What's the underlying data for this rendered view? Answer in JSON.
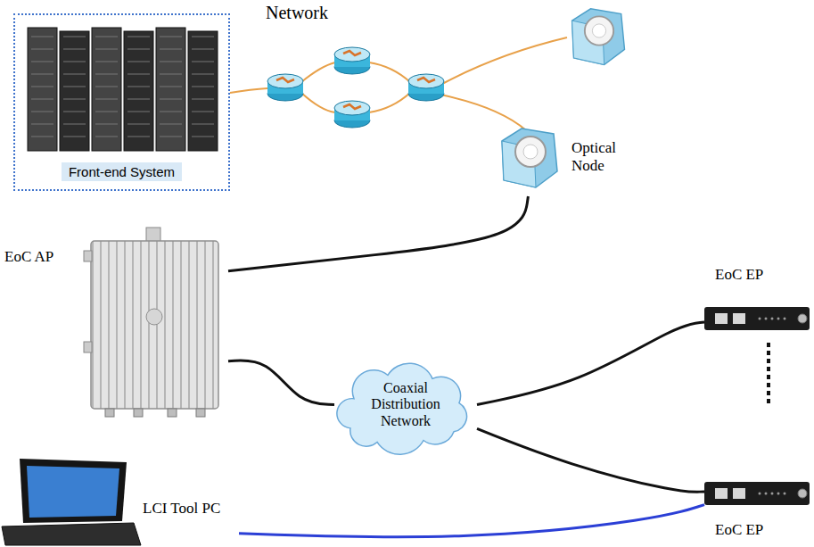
{
  "diagram": {
    "nodes": [
      {
        "text": [
          "Front-end System"
        ]
      },
      {
        "text": [
          "Optical Node"
        ]
      },
      {
        "text": [
          "EoC AP"
        ]
      },
      {
        "text": [
          "EoC EP"
        ]
      },
      {
        "text": [
          "Coaxial Distribution Network"
        ]
      },
      {
        "text": [
          "LCI Tool PC"
        ]
      },
      {
        "text": [
          "EoC EP"
        ]
      }
    ],
    "edges": [
      {
        "from": 1,
        "to": 2,
        "arrow": "none"
      },
      {
        "from": 2,
        "to": 4,
        "arrow": "none"
      },
      {
        "from": 4,
        "to": 3,
        "arrow": "none"
      },
      {
        "from": 4,
        "to": 6,
        "arrow": "none"
      },
      {
        "from": 5,
        "to": 6,
        "arrow": "none"
      }
    ],
    "labels": [
      "Network"
    ]
  }
}
